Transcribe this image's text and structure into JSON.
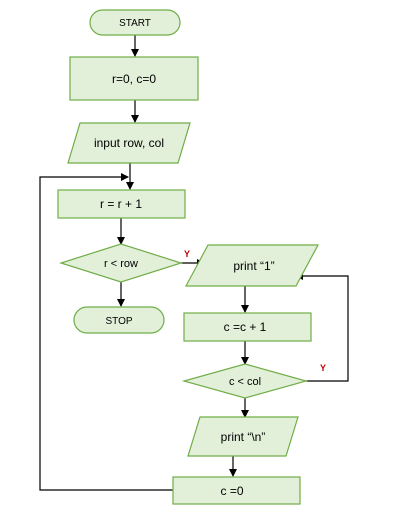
{
  "flowchart": {
    "start": "START",
    "init": "r=0, c=0",
    "input": "input row, col",
    "inc_r": "r = r + 1",
    "cond_r": "r < row",
    "stop": "STOP",
    "print_one": "print “1”",
    "inc_c": "c =c + 1",
    "cond_c": "c < col",
    "print_nl": "print “\\n”",
    "reset_c": "c =0",
    "yes_r": "Y",
    "yes_c": "Y"
  },
  "colors": {
    "shape_fill": "#e2efd9",
    "shape_stroke": "#70ad47",
    "yes_label": "#c00000"
  }
}
